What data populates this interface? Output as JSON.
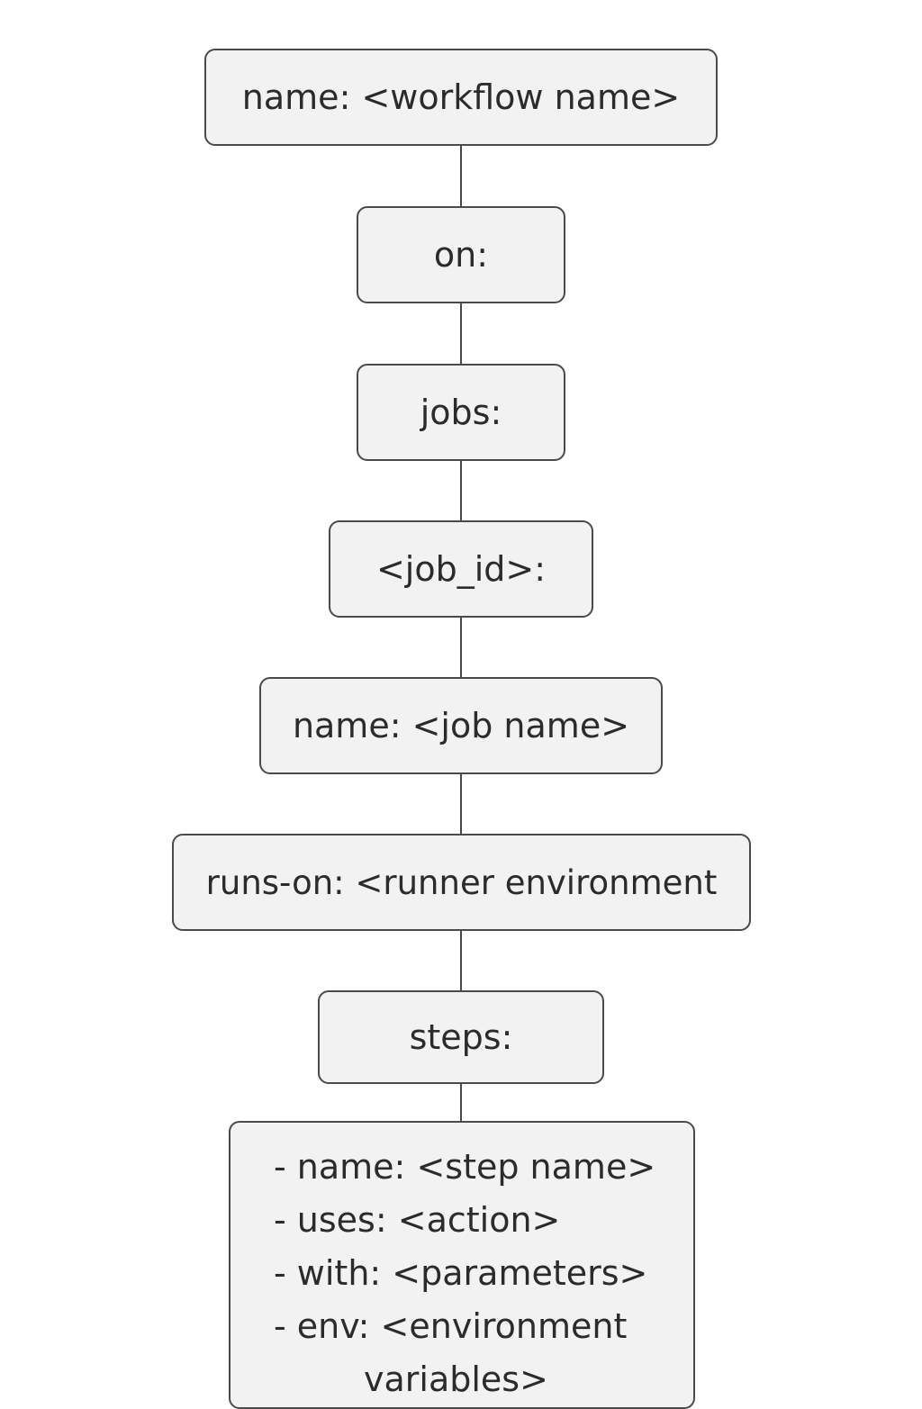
{
  "diagram": {
    "nodes": [
      {
        "id": "workflow-name",
        "label": "name: <workflow name>"
      },
      {
        "id": "on",
        "label": "on:"
      },
      {
        "id": "jobs",
        "label": "jobs:"
      },
      {
        "id": "job-id",
        "label": "<job_id>:"
      },
      {
        "id": "job-name",
        "label": "name: <job name>"
      },
      {
        "id": "runs-on",
        "label": "runs-on: <runner environment"
      },
      {
        "id": "steps",
        "label": "steps:"
      }
    ],
    "step_details": {
      "lines": [
        "- name: <step name>",
        "- uses: <action>",
        "- with: <parameters>",
        "- env: <environment"
      ],
      "continuation": "variables>"
    },
    "edges": [
      [
        "workflow-name",
        "on"
      ],
      [
        "on",
        "jobs"
      ],
      [
        "jobs",
        "job-id"
      ],
      [
        "job-id",
        "job-name"
      ],
      [
        "job-name",
        "runs-on"
      ],
      [
        "runs-on",
        "steps"
      ],
      [
        "steps",
        "step-details"
      ]
    ]
  }
}
